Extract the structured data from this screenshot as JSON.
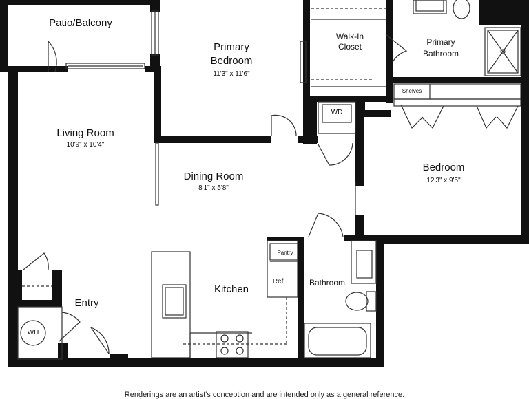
{
  "rooms": {
    "patio": {
      "name": "Patio/Balcony"
    },
    "primary_bedroom": {
      "name_line1": "Primary",
      "name_line2": "Bedroom",
      "dimensions": "11'3\" x 11'6\""
    },
    "walk_in_closet": {
      "name_line1": "Walk-In",
      "name_line2": "Closet"
    },
    "primary_bathroom": {
      "name_line1": "Primary",
      "name_line2": "Bathroom"
    },
    "living_room": {
      "name": "Living Room",
      "dimensions": "10'9\" x 10'4\""
    },
    "dining_room": {
      "name": "Dining Room",
      "dimensions": "8'1\" x 5'8\""
    },
    "bedroom": {
      "name": "Bedroom",
      "dimensions": "12'3\" x 9'5\""
    },
    "kitchen": {
      "name": "Kitchen"
    },
    "bathroom": {
      "name": "Bathroom"
    },
    "entry": {
      "name": "Entry"
    }
  },
  "fixtures": {
    "washer_dryer": "WD",
    "water_heater": "WH",
    "shelves": "Shelves",
    "pantry": "Pantry",
    "refrigerator": "Ref."
  },
  "footer": {
    "disclaimer": "Renderings are an artist's conception and are intended only as a general reference."
  }
}
